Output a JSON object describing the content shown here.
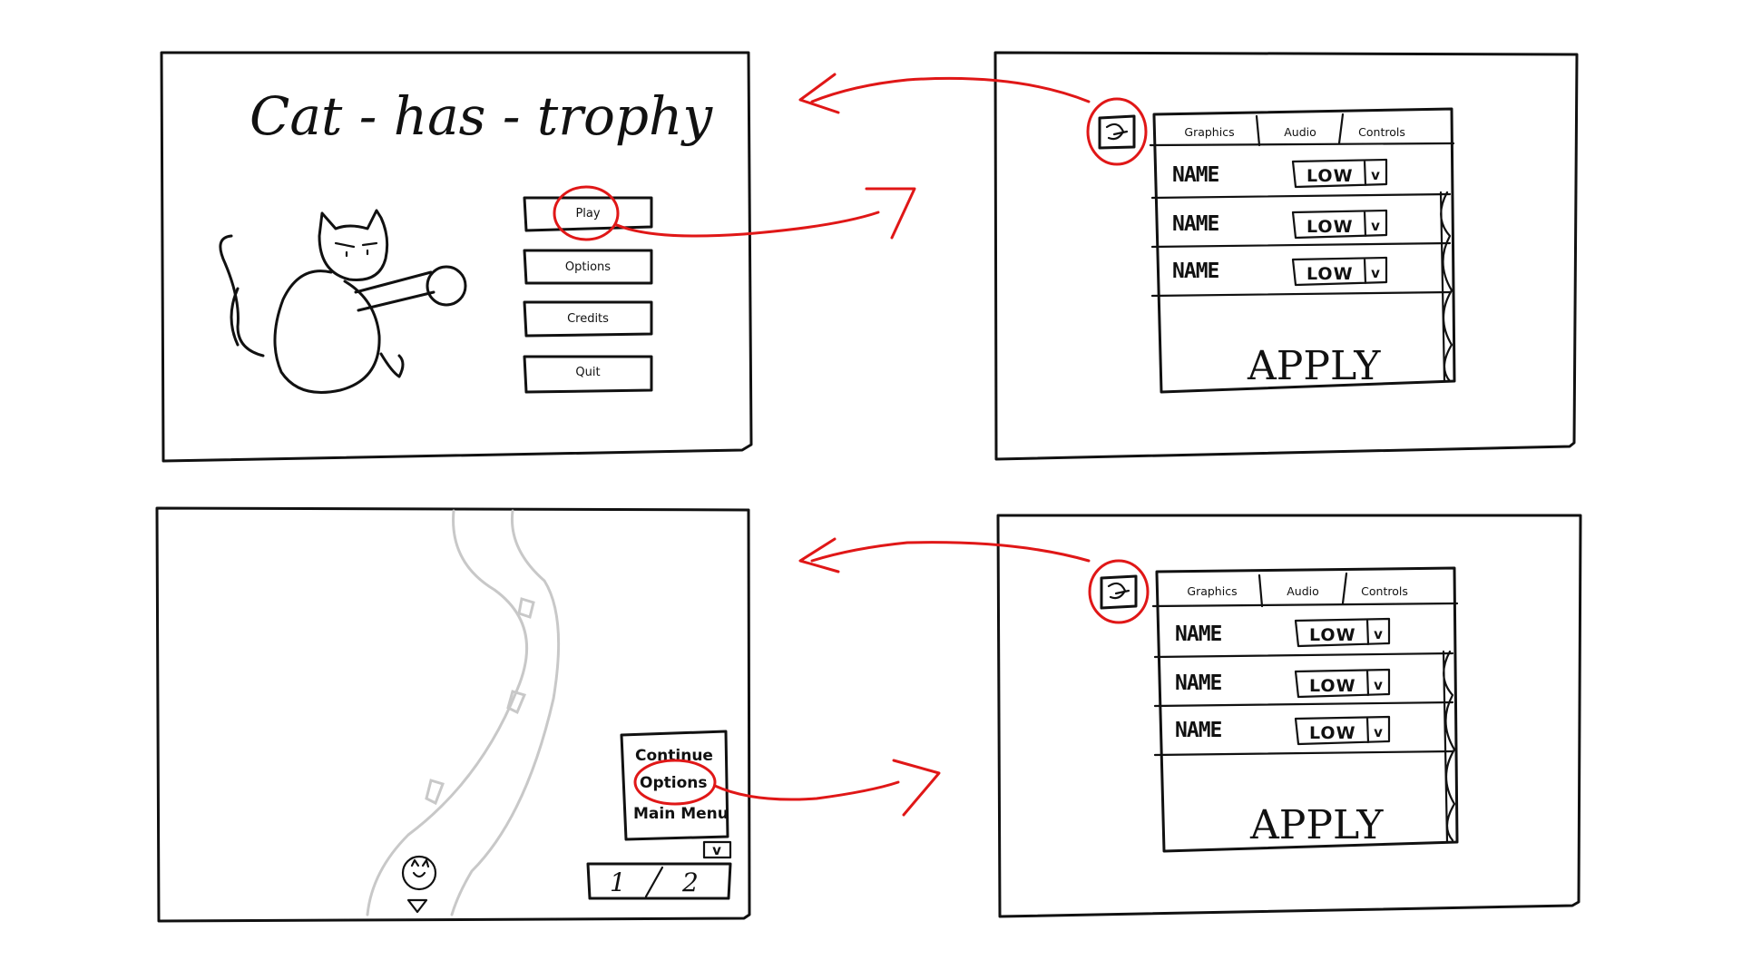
{
  "main_menu": {
    "title": "Cat - has - trophy",
    "buttons": [
      "Play",
      "Options",
      "Credits",
      "Quit"
    ]
  },
  "options_screen": {
    "tabs": [
      "Graphics",
      "Audio",
      "Controls"
    ],
    "rows": [
      {
        "name": "NAME",
        "value": "LOW"
      },
      {
        "name": "NAME",
        "value": "LOW"
      },
      {
        "name": "NAME",
        "value": "LOW"
      }
    ],
    "apply_label": "APPLY",
    "dropdown_arrow": "v"
  },
  "pause_menu": {
    "items": [
      "Continue",
      "Options",
      "Main Menu"
    ],
    "dropdown_arrow": "v",
    "page_current": "1",
    "page_total": "2"
  },
  "icons": [
    "back-icon",
    "cat-face-icon",
    "chevron-down-icon"
  ],
  "colors": {
    "ink": "#111111",
    "annotation": "#e01717",
    "road": "#c8c8c8",
    "paper": "#ffffff"
  }
}
